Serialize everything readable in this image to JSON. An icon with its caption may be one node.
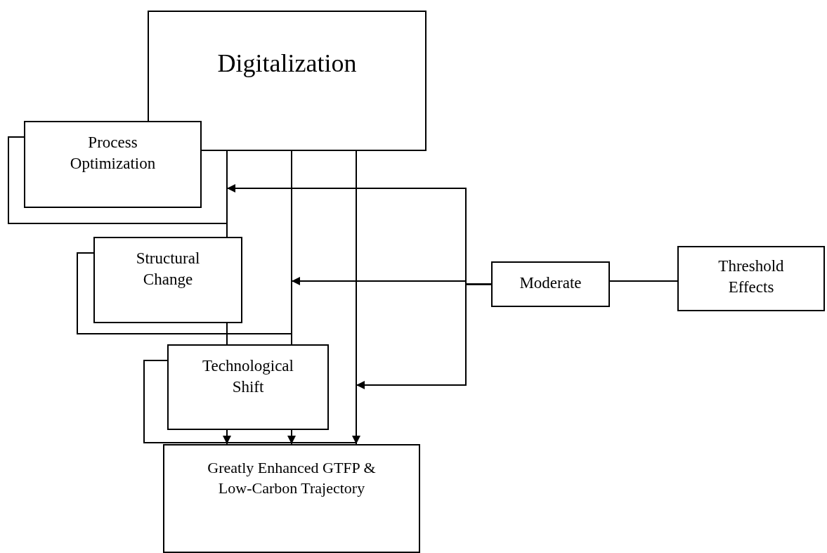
{
  "diagram": {
    "nodes": [
      {
        "text": [
          "Digitalization"
        ]
      },
      {
        "text": [
          "Process Optimization"
        ]
      },
      {
        "text": [
          "Structural Change"
        ]
      },
      {
        "text": [
          "Technological Shift"
        ]
      },
      {
        "text": [
          "Moderate"
        ]
      },
      {
        "text": [
          "Threshold Effects"
        ]
      },
      {
        "text": [
          "Greatly Enhanced GTFP & Low-Carbon Trajectory"
        ]
      }
    ],
    "edges": [
      {
        "from": 0,
        "to": 2,
        "arrow": "none"
      },
      {
        "from": 2,
        "to": 3,
        "arrow": "none"
      },
      {
        "from": 3,
        "to": 6,
        "arrow": "to"
      },
      {
        "from": 0,
        "to": 3,
        "arrow": "none"
      },
      {
        "from": 3,
        "to": 6,
        "arrow": "to"
      },
      {
        "from": 0,
        "to": 6,
        "arrow": "to"
      },
      {
        "from": 4,
        "to": null,
        "arrow": "to"
      },
      {
        "from": 4,
        "to": null,
        "arrow": "to"
      },
      {
        "from": 4,
        "to": null,
        "arrow": "to"
      },
      {
        "from": 4,
        "to": 5,
        "arrow": "none"
      },
      {
        "from": 1,
        "to": 2,
        "arrow": "none"
      },
      {
        "from": 2,
        "to": 3,
        "arrow": "none"
      },
      {
        "from": 3,
        "to": 6,
        "arrow": "none"
      }
    ]
  }
}
